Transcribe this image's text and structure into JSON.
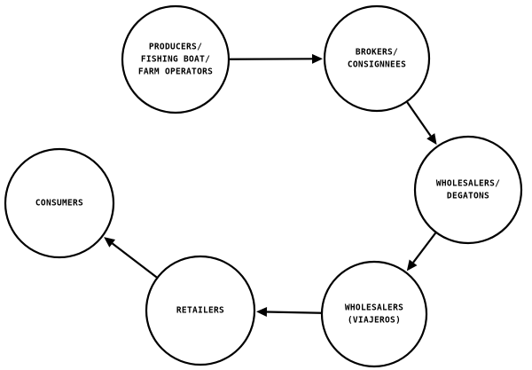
{
  "diagram": {
    "type": "flow",
    "nodes": [
      {
        "id": "producers",
        "lines": [
          "PRODUCERS/",
          "FISHING BOAT/",
          "FARM OPERATORS"
        ]
      },
      {
        "id": "brokers",
        "lines": [
          "BROKERS/",
          "CONSIGNNEES"
        ]
      },
      {
        "id": "wholesalers-degatons",
        "lines": [
          "WHOLESALERS/",
          "DEGATONS"
        ]
      },
      {
        "id": "wholesalers-viajeros",
        "lines": [
          "WHOLESALERS",
          "(VIAJEROS)"
        ]
      },
      {
        "id": "retailers",
        "lines": [
          "RETAILERS"
        ]
      },
      {
        "id": "consumers",
        "lines": [
          "CONSUMERS"
        ]
      }
    ],
    "edges": [
      {
        "from": "producers",
        "to": "brokers"
      },
      {
        "from": "brokers",
        "to": "wholesalers-degatons"
      },
      {
        "from": "wholesalers-degatons",
        "to": "wholesalers-viajeros"
      },
      {
        "from": "wholesalers-viajeros",
        "to": "retailers"
      },
      {
        "from": "retailers",
        "to": "consumers"
      }
    ]
  }
}
